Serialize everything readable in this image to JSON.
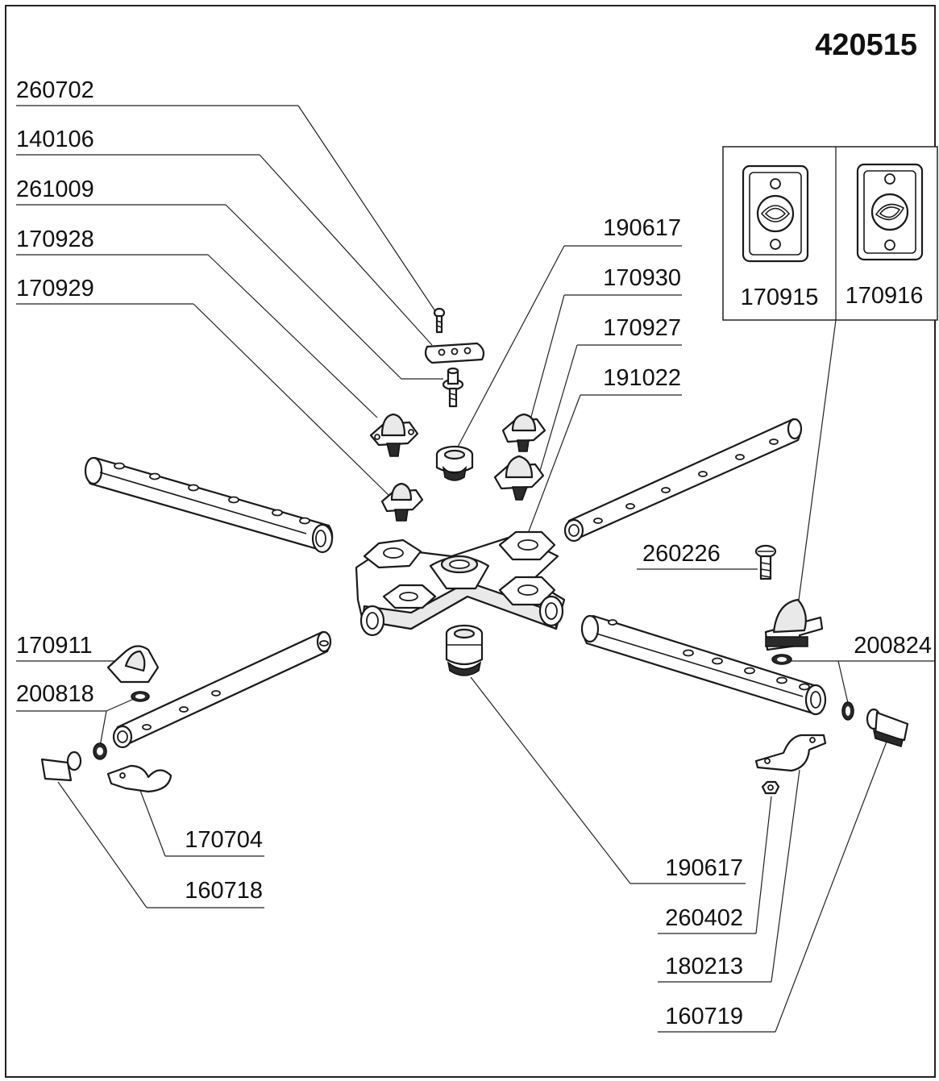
{
  "drawing_number": "420515",
  "labels": {
    "l260702": "260702",
    "l140106": "140106",
    "l261009": "261009",
    "l170928": "170928",
    "l170929": "170929",
    "l190617_top": "190617",
    "l170930": "170930",
    "l170927": "170927",
    "l191022": "191022",
    "l170915": "170915",
    "l170916": "170916",
    "l260226": "260226",
    "l170911": "170911",
    "l200818": "200818",
    "l200824": "200824",
    "l170704": "170704",
    "l160718": "160718",
    "l190617_bottom": "190617",
    "l260402": "260402",
    "l180213": "180213",
    "l160719": "160719"
  },
  "icons": {
    "spray_arm": "tube-with-holes",
    "hub": "cross-hub",
    "nozzle": "nozzle-cap",
    "screw": "screw",
    "clip": "clip",
    "ring": "o-ring",
    "plug": "end-plug"
  },
  "colors": {
    "ink": "#1a1a1a",
    "paper": "#ffffff"
  }
}
